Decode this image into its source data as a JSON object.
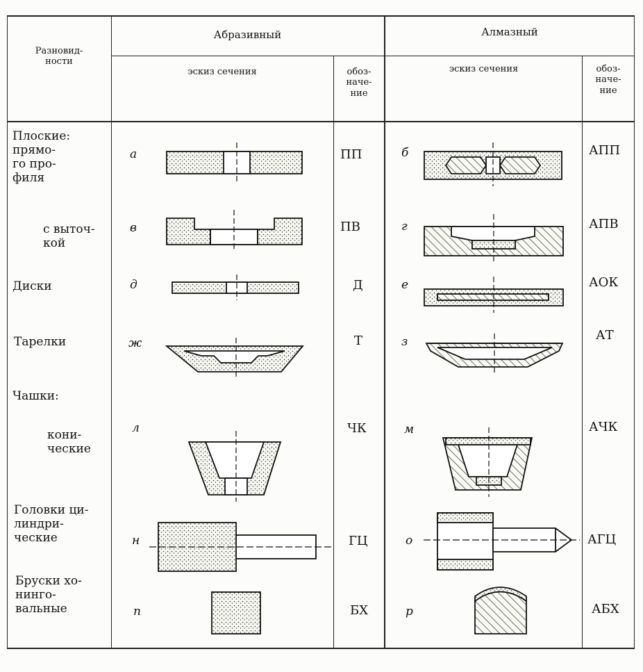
{
  "header": {
    "varieties": "Разновид-\nности",
    "abrasive": "Абразивный",
    "diamond": "Алмазный",
    "sketch_abrasive": "эскиз сечения",
    "designation_abrasive": "обоз-\nначе-\nние",
    "sketch_diamond": "эскиз сечения",
    "designation_diamond": "обоз-\nначе-\nние"
  },
  "rows": [
    {
      "label": "Плоские:\n   прямо-\n   го про-\n   филя",
      "abr_letter": "а",
      "abr_code": "ПП",
      "dia_letter": "б",
      "dia_code": "АПП"
    },
    {
      "label": "с выточ-\nкой",
      "abr_letter": "в",
      "abr_code": "ПВ",
      "dia_letter": "г",
      "dia_code": "АПВ"
    },
    {
      "label": "Диски",
      "abr_letter": "д",
      "abr_code": "Д",
      "dia_letter": "е",
      "dia_code": "АОК"
    },
    {
      "label": "Тарелки",
      "abr_letter": "ж",
      "abr_code": "Т",
      "dia_letter": "з",
      "dia_code": "АТ"
    },
    {
      "label": "Чашки:",
      "abr_letter": "",
      "abr_code": "",
      "dia_letter": "",
      "dia_code": ""
    },
    {
      "label": "кони-\nческие",
      "abr_letter": "л",
      "abr_code": "ЧК",
      "dia_letter": "м",
      "dia_code": "АЧК"
    },
    {
      "label": "Головки ци-\nлиндри-\nческие",
      "abr_letter": "н",
      "abr_code": "ГЦ",
      "dia_letter": "о",
      "dia_code": "АГЦ"
    },
    {
      "label": "Бруски хо-\nнинго-\nвальные",
      "abr_letter": "п",
      "abr_code": "БХ",
      "dia_letter": "р",
      "dia_code": "АБХ"
    }
  ]
}
